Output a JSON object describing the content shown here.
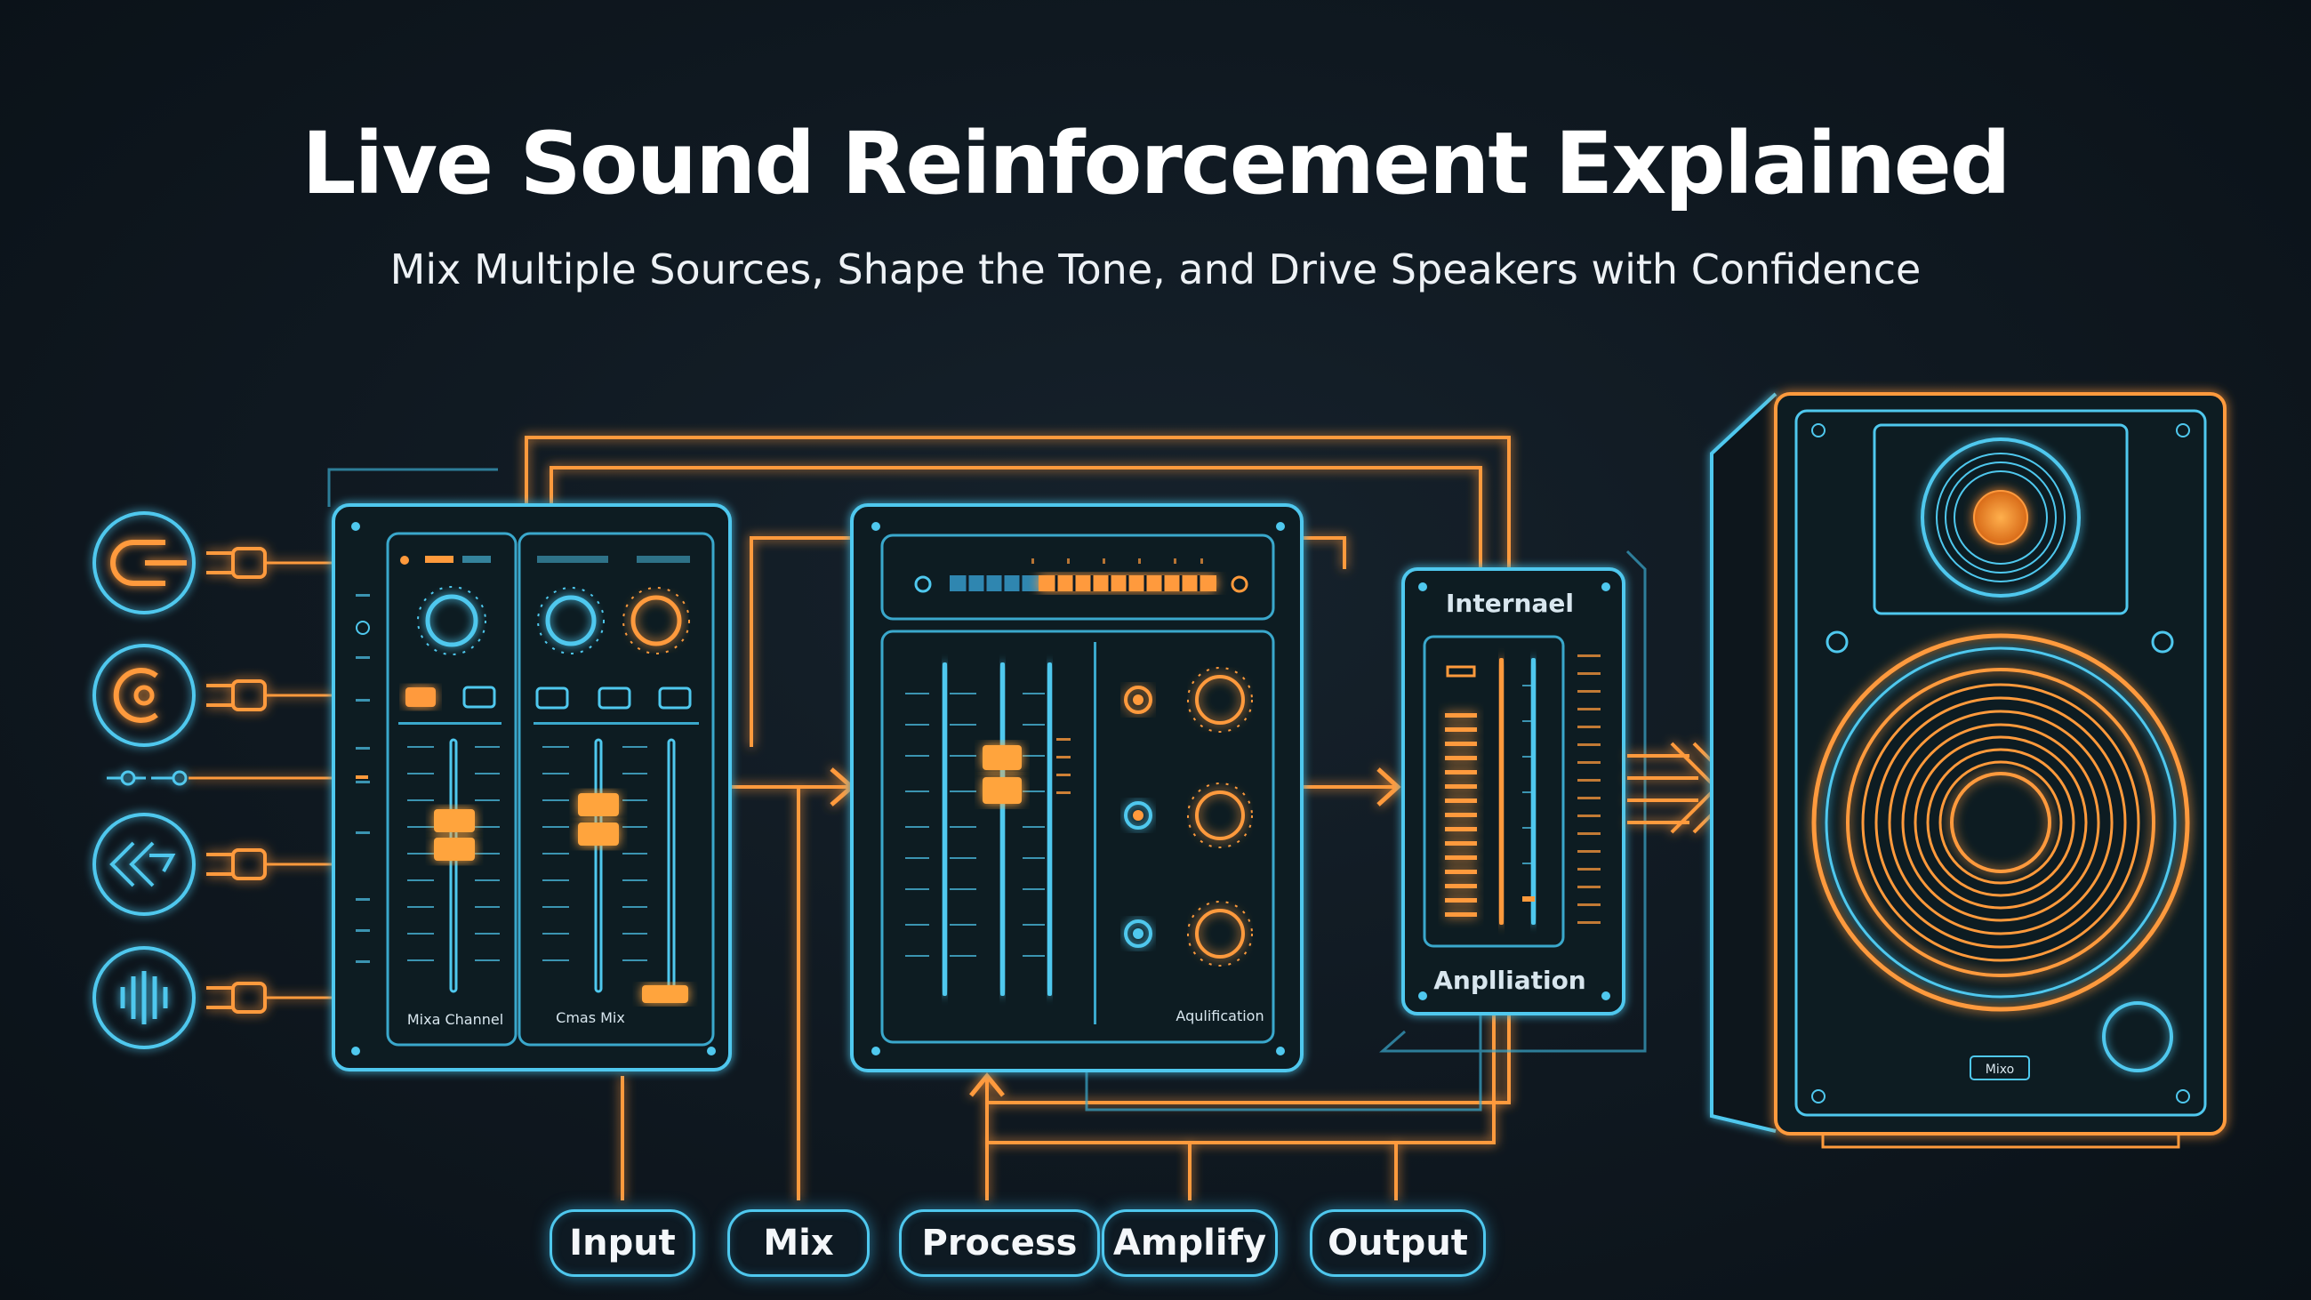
{
  "header": {
    "title": "Live Sound Reinforcement Explained",
    "subtitle": "Mix Multiple Sources, Shape the Tone, and Drive Speakers with Confidence"
  },
  "mixer": {
    "channel_label": "Mixa Channel",
    "channel2_label": "Cmas Mix"
  },
  "processor": {
    "footer_label": "Aqulification"
  },
  "amplifier": {
    "header_label": "Internael",
    "footer_label": "Anplliation"
  },
  "speaker": {
    "badge_label": "Mixo"
  },
  "stages": [
    {
      "label": "Input"
    },
    {
      "label": "Mix"
    },
    {
      "label": "Process"
    },
    {
      "label": "Amplify"
    },
    {
      "label": "Output"
    }
  ],
  "colors": {
    "cyan": "#4fc8ee",
    "orange": "#ff9a3c",
    "background": "#0f1820"
  }
}
